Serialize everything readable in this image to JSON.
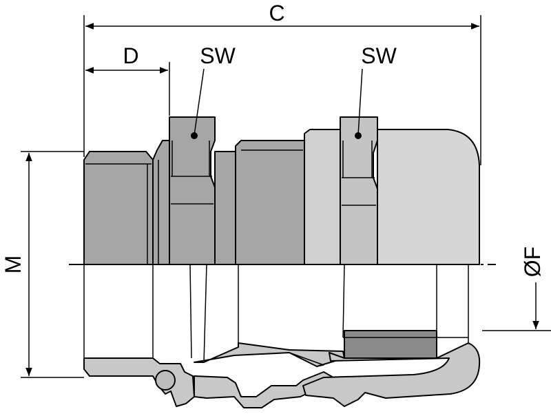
{
  "labels": {
    "dim_c": "C",
    "dim_d": "D",
    "sw_left": "SW",
    "sw_right": "SW",
    "dim_m": "M",
    "dim_f": "ØF"
  },
  "colors": {
    "body_dark": "#a6a6a6",
    "body_mid": "#bdbdbd",
    "body_light": "#d6d6d6",
    "section_fill": "#c8c8c8",
    "seal_fill": "#8a8a8a",
    "outline": "#000000",
    "background": "#ffffff"
  }
}
